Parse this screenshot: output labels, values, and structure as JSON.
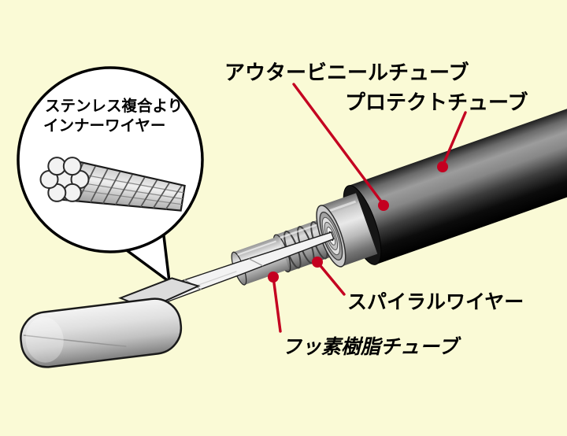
{
  "colors": {
    "background": "#FAFAD6",
    "leader_red": "#C40020",
    "label_text": "#000000"
  },
  "callout": {
    "line1": "ステンレス複合より",
    "line2": "インナーワイヤー"
  },
  "labels": {
    "outer_vinyl_tube": "アウタービニールチューブ",
    "protect_tube": "プロテクトチューブ",
    "spiral_wire": "スパイラルワイヤー",
    "fluoro_resin_tube": "フッ素樹脂チューブ"
  }
}
